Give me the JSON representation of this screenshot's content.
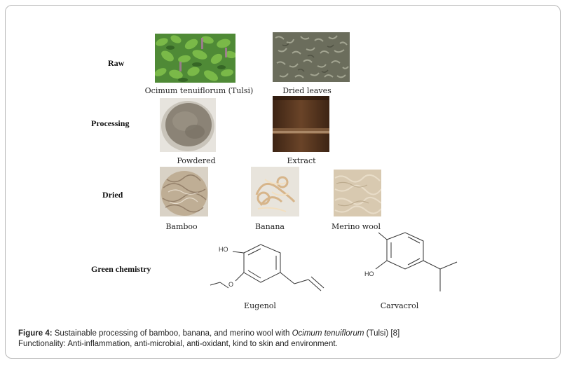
{
  "rows": {
    "raw": "Raw",
    "processing": "Processing",
    "dried": "Dried",
    "green": "Green chemistry"
  },
  "captions": {
    "tulsi": "Ocimum tenuiflorum (Tulsi)",
    "dried_leaves": "Dried leaves",
    "powdered": "Powdered",
    "extract": "Extract",
    "bamboo": "Bamboo",
    "banana": "Banana",
    "merino": "Merino wool",
    "eugenol": "Eugenol",
    "carvacrol": "Carvacrol"
  },
  "molecules": {
    "eugenol_ho": "HO",
    "eugenol_o": "O",
    "carvacrol_ho": "HO"
  },
  "figure": {
    "label": "Figure 4:",
    "text_before": " Sustainable processing of bamboo, banana, and merino wool with ",
    "species": "Ocimum tenuiflorum",
    "text_after": " (Tulsi) [8]",
    "functionality": "Functionality: Anti-inflammation, anti-microbial, anti-oxidant, kind to skin and environment."
  },
  "colors": {
    "frame": "#b9b9b9",
    "leaf_green": "#3f7d2c",
    "dried_grey": "#8a8b77",
    "powder": "#8b8376",
    "extract": "#5a3a22",
    "fiber": "#d8c9b0"
  }
}
